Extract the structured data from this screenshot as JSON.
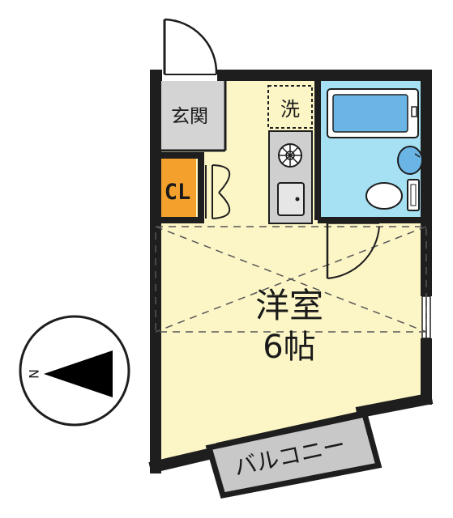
{
  "rooms": {
    "entrance": "玄関",
    "closet": "CL",
    "washer": "洗",
    "western_room": "洋室",
    "room_size": "6帖",
    "balcony": "バルコニー"
  },
  "compass": {
    "north_label": "N"
  },
  "colors": {
    "wall": "#1e1e1e",
    "room_floor": "#fcf6c6",
    "entrance_floor": "#d4d4d4",
    "closet": "#f3a12c",
    "bath": "#a5e1f2",
    "tub_water": "#6bb5e6",
    "balcony": "#c8c8c8",
    "compass_arrow": "#000000"
  },
  "icons": [
    "door-swing-icon",
    "gas-stove-icon",
    "sink-icon",
    "bathtub-icon",
    "toilet-icon",
    "washbasin-icon",
    "compass-icon"
  ]
}
